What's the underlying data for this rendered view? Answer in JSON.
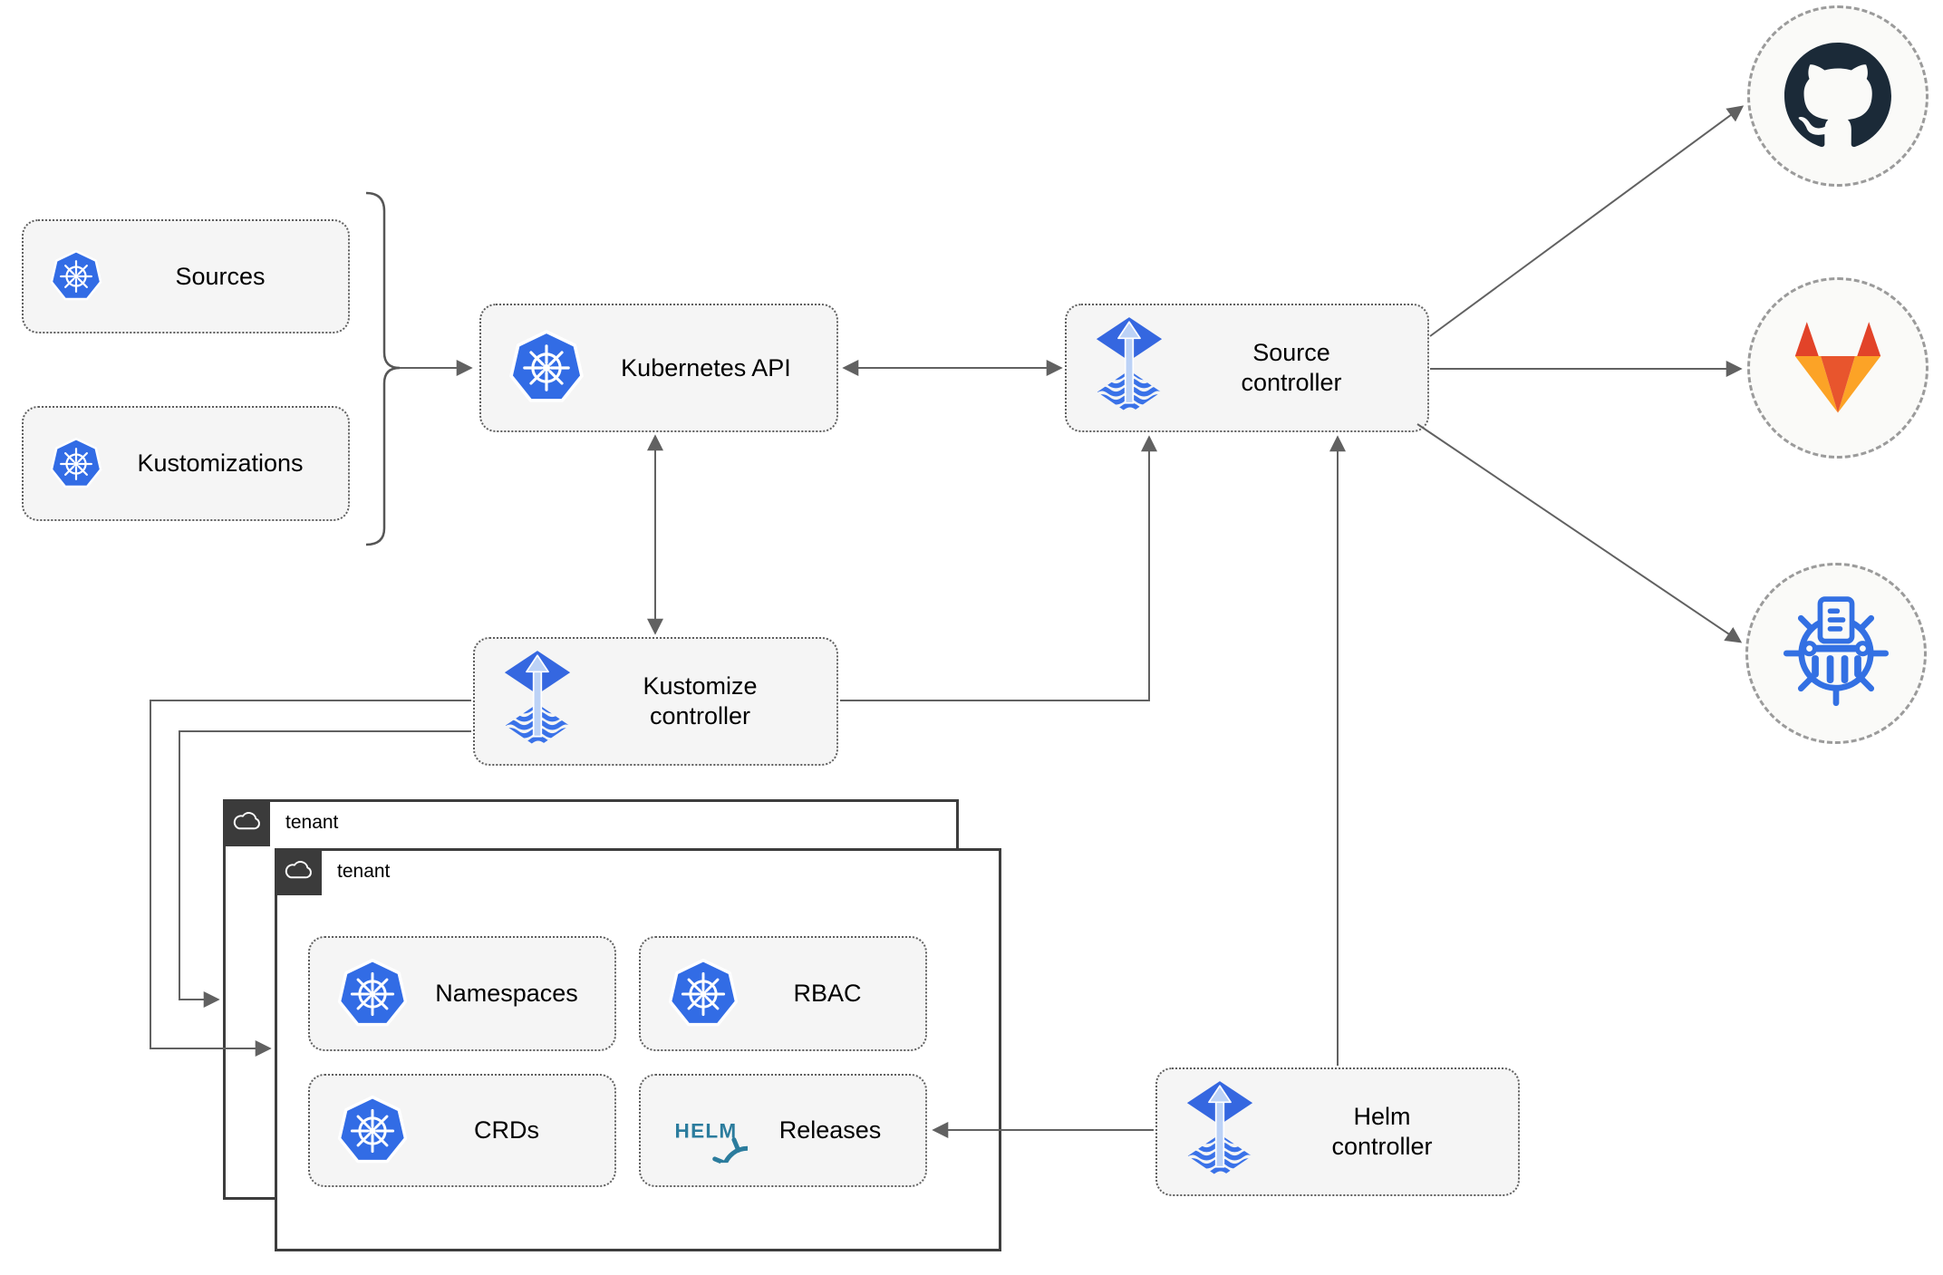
{
  "nodes": {
    "sources": {
      "label": "Sources",
      "icon": "kubernetes-icon"
    },
    "kustomizations": {
      "label": "Kustomizations",
      "icon": "kubernetes-icon"
    },
    "kubernetes_api": {
      "label": "Kubernetes API",
      "icon": "kubernetes-icon"
    },
    "source_controller": {
      "line1": "Source",
      "line2": "controller",
      "icon": "flux-icon"
    },
    "kustomize_controller": {
      "line1": "Kustomize",
      "line2": "controller",
      "icon": "flux-icon"
    },
    "helm_controller": {
      "line1": "Helm",
      "line2": "controller",
      "icon": "flux-icon"
    },
    "tenant_outer": {
      "label": "tenant",
      "icon": "cloud-icon"
    },
    "tenant_inner": {
      "label": "tenant",
      "icon": "cloud-icon"
    },
    "namespaces": {
      "label": "Namespaces",
      "icon": "kubernetes-icon"
    },
    "rbac": {
      "label": "RBAC",
      "icon": "kubernetes-icon"
    },
    "crds": {
      "label": "CRDs",
      "icon": "kubernetes-icon"
    },
    "releases": {
      "label": "Releases",
      "icon": "helm-wheel-icon",
      "helm_text": "HELM"
    }
  },
  "external_nodes": [
    {
      "icon": "github-icon"
    },
    {
      "icon": "gitlab-icon"
    },
    {
      "icon": "chartmuseum-icon"
    }
  ],
  "edges": [
    {
      "from": "sources+kustomizations",
      "to": "kubernetes_api",
      "style": "brace-arrow"
    },
    {
      "from": "kubernetes_api",
      "to": "source_controller",
      "style": "double-arrow"
    },
    {
      "from": "kubernetes_api",
      "to": "kustomize_controller",
      "style": "double-arrow"
    },
    {
      "from": "kustomize_controller",
      "to": "source_controller",
      "style": "arrow"
    },
    {
      "from": "helm_controller",
      "to": "source_controller",
      "style": "arrow"
    },
    {
      "from": "helm_controller",
      "to": "releases",
      "style": "arrow"
    },
    {
      "from": "kustomize_controller",
      "to": "tenant_outer",
      "style": "arrow"
    },
    {
      "from": "kustomize_controller",
      "to": "tenant_inner",
      "style": "arrow"
    },
    {
      "from": "source_controller",
      "to": "github",
      "style": "arrow"
    },
    {
      "from": "source_controller",
      "to": "gitlab",
      "style": "arrow"
    },
    {
      "from": "source_controller",
      "to": "chartmuseum",
      "style": "arrow"
    }
  ],
  "colors": {
    "kubernetes_blue": "#326ce5",
    "flux_blue": "#3567e0",
    "flux_arrow_light": "#bcd2f6",
    "helm_teal": "#2b7c9d",
    "chartmuseum_blue": "#3370e3",
    "github_dark": "#1b2a38",
    "gitlab_red": "#e24329",
    "gitlab_orange": "#e8552d",
    "gitlab_light_orange": "#fca326",
    "node_fill": "#f5f5f5",
    "node_border": "#5f5f5f",
    "tenant_border": "#3d3d3d",
    "tenant_header": "#3b3b3b",
    "edge_gray": "#616161",
    "circle_fill": "#fafaf8",
    "circle_border": "#9b9b9b"
  }
}
